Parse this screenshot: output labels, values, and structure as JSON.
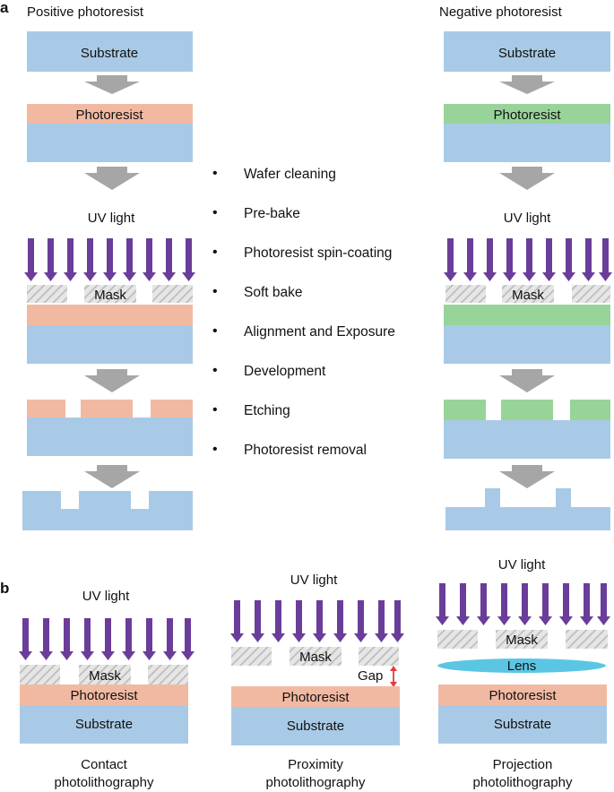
{
  "panels": {
    "a": "a",
    "b": "b"
  },
  "section_a": {
    "positive_title": "Positive photoresist",
    "negative_title": "Negative photoresist",
    "substrate": "Substrate",
    "photoresist": "Photoresist",
    "uv_light": "UV light",
    "mask": "Mask",
    "steps": [
      "Wafer cleaning",
      "Pre-bake",
      "Photoresist spin-coating",
      "Soft bake",
      "Alignment and Exposure",
      "Development",
      "Etching",
      "Photoresist removal"
    ]
  },
  "section_b": {
    "uv_light": "UV light",
    "mask": "Mask",
    "photoresist": "Photoresist",
    "substrate": "Substrate",
    "gap": "Gap",
    "lens": "Lens",
    "contact_caption": [
      "Contact",
      "photolithography"
    ],
    "proximity_caption": [
      "Proximity",
      "photolithography"
    ],
    "projection_caption": [
      "Projection",
      "photolithography"
    ]
  },
  "colors": {
    "substrate": "#a9cae6",
    "photoresist_positive": "#f2b9a2",
    "photoresist_negative": "#98d49a",
    "arrow_gray": "#a6a6a6",
    "uv_arrow": "#6a3d9a",
    "mask_hatch": "#bdbdbd",
    "lens": "#5bc6e4",
    "gap_arrow": "#e23a3a"
  }
}
